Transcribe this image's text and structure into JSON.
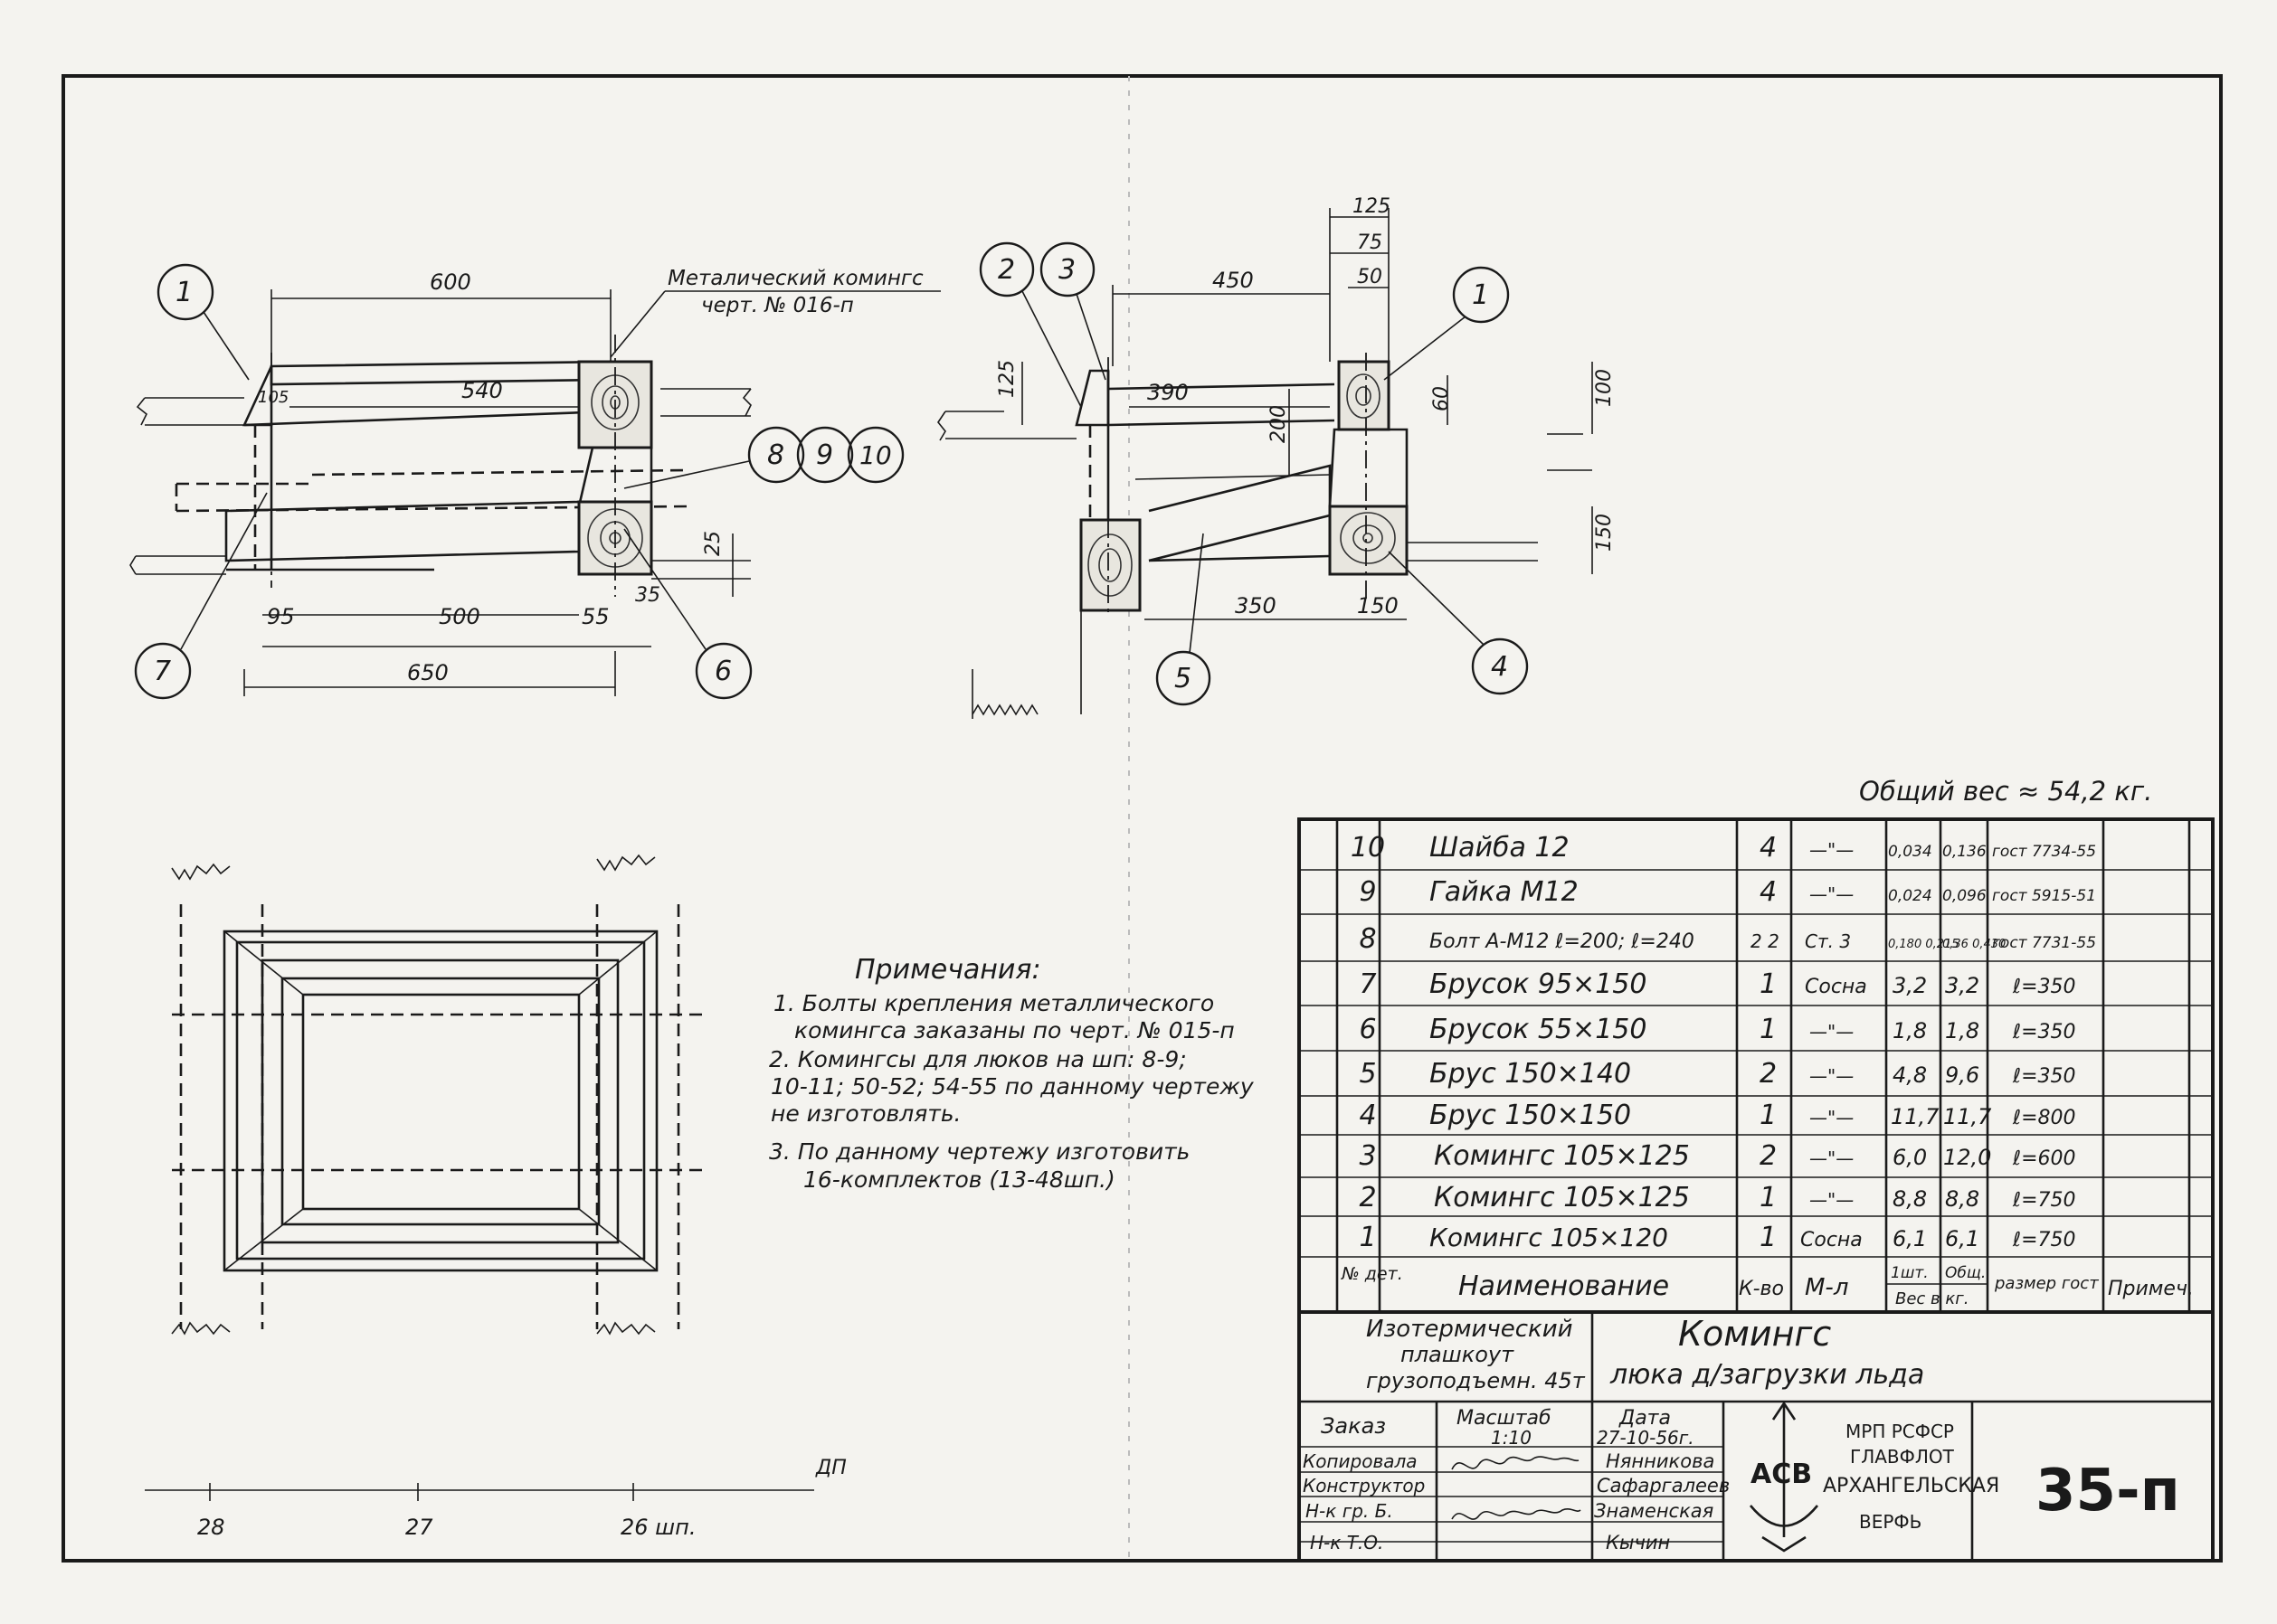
{
  "view_left": {
    "dims": {
      "d600": "600",
      "d540": "540",
      "d105": "105",
      "d95": "95",
      "d500": "500",
      "d55": "55",
      "d35": "35",
      "d25": "25",
      "d650": "650"
    },
    "note": [
      "Металический комингс",
      "черт. № 016-п"
    ],
    "balloons": {
      "b1": "1",
      "b7": "7",
      "b8": "8",
      "b9": "9",
      "b10": "10",
      "b6": "6"
    }
  },
  "view_right": {
    "dims": {
      "d125top": "125",
      "d75": "75",
      "d50": "50",
      "d450": "450",
      "d125side": "125",
      "d390": "390",
      "d200": "200",
      "d60": "60",
      "d100": "100",
      "d150side": "150",
      "d350": "350",
      "d150": "150"
    },
    "balloons": {
      "b2": "2",
      "b3": "3",
      "b1": "1",
      "b5": "5",
      "b4": "4"
    }
  },
  "frames_labels": {
    "x28": "28",
    "x27": "27",
    "x26": "26 шп.",
    "dp": "ДП"
  },
  "notes": {
    "title": "Примечания:",
    "lines": [
      "1. Болты крепления металлического",
      "комингса заказаны по черт. № 015-п",
      "2. Комингсы для люков на шп: 8-9;",
      "10-11; 50-52; 54-55 по данному чертежу",
      "не изготовлять.",
      "3. По данному чертежу изготовить",
      "16-комплектов (13-48шп.)"
    ]
  },
  "total_weight": "Общий вес ≈ 54,2 кг.",
  "bom": {
    "rows": [
      {
        "no": "10",
        "name": "Шайба 12",
        "qty": "4",
        "mat": "—\"—",
        "w1": "0,034",
        "w2": "0,136",
        "size": "гост 7734-55"
      },
      {
        "no": "9",
        "name": "Гайка М12",
        "qty": "4",
        "mat": "—\"—",
        "w1": "0,024",
        "w2": "0,096",
        "size": "гост 5915-51"
      },
      {
        "no": "8",
        "name": "Болт А-М12 ℓ=200; ℓ=240",
        "qty": "2 2",
        "mat": "Ст. 3",
        "w1": "0,180 0,215",
        "w2": "0,36 0,430",
        "size": "гост 7731-55"
      },
      {
        "no": "7",
        "name": "Брусок 95×150",
        "qty": "1",
        "mat": "Сосна",
        "w1": "3,2",
        "w2": "3,2",
        "size": "ℓ=350"
      },
      {
        "no": "6",
        "name": "Брусок 55×150",
        "qty": "1",
        "mat": "—\"—",
        "w1": "1,8",
        "w2": "1,8",
        "size": "ℓ=350"
      },
      {
        "no": "5",
        "name": "Брус 150×140",
        "qty": "2",
        "mat": "—\"—",
        "w1": "4,8",
        "w2": "9,6",
        "size": "ℓ=350"
      },
      {
        "no": "4",
        "name": "Брус 150×150",
        "qty": "1",
        "mat": "—\"—",
        "w1": "11,7",
        "w2": "11,7",
        "size": "ℓ=800"
      },
      {
        "no": "3",
        "name": "Комингс 105×125",
        "qty": "2",
        "mat": "—\"—",
        "w1": "6,0",
        "w2": "12,0",
        "size": "ℓ=600"
      },
      {
        "no": "2",
        "name": "Комингс 105×125",
        "qty": "1",
        "mat": "—\"—",
        "w1": "8,8",
        "w2": "8,8",
        "size": "ℓ=750"
      },
      {
        "no": "1",
        "name": "Комингс 105×120",
        "qty": "1",
        "mat": "Сосна",
        "w1": "6,1",
        "w2": "6,1",
        "size": "ℓ=750"
      }
    ],
    "header": {
      "no": "№ дет.",
      "name": "Наименование",
      "qty": "К-во",
      "mat": "М-л",
      "w1": "1шт.",
      "w2": "Общ.",
      "wlabel": "Вес в кг.",
      "size": "размер гост",
      "note": "Примеч."
    }
  },
  "title_block": {
    "vessel": [
      "Изотермический",
      "плашкоут",
      "грузоподъемн. 45т"
    ],
    "drawing_title": [
      "Комингс",
      "люка д/загрузки льда"
    ],
    "order_label": "Заказ",
    "scale_label": "Масштаб",
    "scale": "1:10",
    "date_label": "Дата",
    "date": "27-10-56г.",
    "roles": [
      "Копировала",
      "Конструктор",
      "Н-к гр. Б.",
      "Н-к Т.О."
    ],
    "people": [
      "Нянникова",
      "Сафаргалеев",
      "Знаменская",
      "Кычин"
    ],
    "logo_text": "АСВ",
    "org": [
      "МРП РСФСР",
      "ГЛАВФЛОТ",
      "АРХАНГЕЛЬСКАЯ",
      "ВЕРФЬ"
    ],
    "sheet_no": "35-п"
  }
}
